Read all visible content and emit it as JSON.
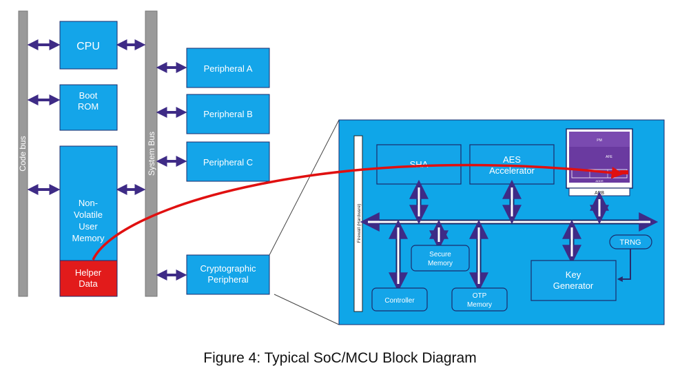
{
  "buses": {
    "code_bus": "Code bus",
    "system_bus": "System Bus",
    "firewall": "Firewall (Hardware)",
    "apb": "APB"
  },
  "soc_blocks": {
    "cpu": "CPU",
    "boot_rom": [
      "Boot",
      "ROM"
    ],
    "nvm": [
      "Non-",
      "Volatile",
      "User",
      "Memory"
    ],
    "helper_data": [
      "Helper",
      "Data"
    ],
    "peripheral_a": "Peripheral A",
    "peripheral_b": "Peripheral B",
    "peripheral_c": "Peripheral C",
    "crypto_peripheral": [
      "Cryptographic",
      "Peripheral"
    ]
  },
  "crypto_blocks": {
    "sha": "SHA",
    "aes": [
      "AES",
      "Accelerator"
    ],
    "secure_memory": [
      "Secure",
      "Memory"
    ],
    "controller": "Controller",
    "otp_memory": [
      "OTP",
      "Memory"
    ],
    "key_generator": [
      "Key",
      "Generator"
    ],
    "trng": "TRNG"
  },
  "chip_inset": {
    "labels": [
      "PM",
      "AFE",
      "ADDR"
    ]
  },
  "caption": "Figure 4: Typical SoC/MCU Block Diagram",
  "colors": {
    "block_fill": "#14a5e9",
    "block_stroke": "#1b2a6b",
    "bus_gray": "#9a9a9a",
    "arrow_purple": "#3e2b86",
    "helper_red": "#e21b1b",
    "curve_red": "#e01010",
    "panel_fill": "#0fa6e8",
    "chip_purple": "#6a3aa0"
  }
}
